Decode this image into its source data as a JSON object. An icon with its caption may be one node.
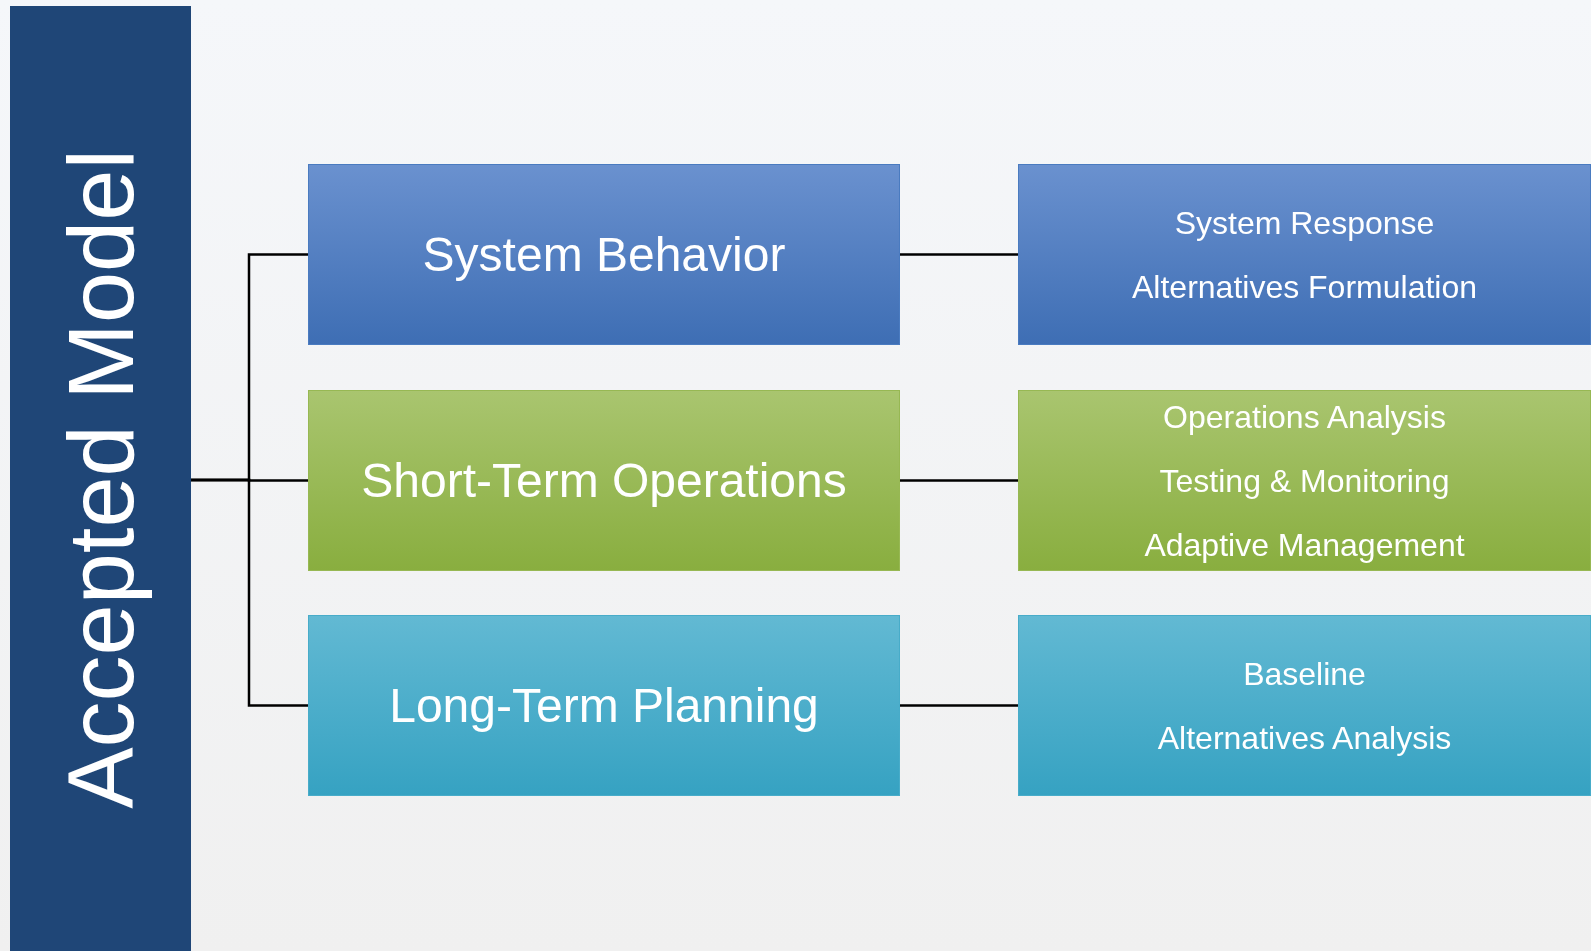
{
  "diagram": {
    "nodes": [
      {
        "text": [
          "Accepted Model"
        ]
      },
      {
        "text": [
          "System Behavior"
        ]
      },
      {
        "text": [
          "System Response",
          "Alternatives Formulation"
        ]
      },
      {
        "text": [
          "Short-Term Operations"
        ]
      },
      {
        "text": [
          "Operations Analysis",
          "Testing & Monitoring",
          "Adaptive Management"
        ]
      },
      {
        "text": [
          "Long-Term Planning"
        ]
      },
      {
        "text": [
          "Baseline",
          "Alternatives Analysis"
        ]
      }
    ],
    "edges": [
      {
        "from": 0,
        "to": 1,
        "arrow": "none"
      },
      {
        "from": 0,
        "to": 3,
        "arrow": "none"
      },
      {
        "from": 0,
        "to": 5,
        "arrow": "none"
      },
      {
        "from": 1,
        "to": 2,
        "arrow": "none"
      },
      {
        "from": 3,
        "to": 4,
        "arrow": "none"
      },
      {
        "from": 5,
        "to": 6,
        "arrow": "none"
      }
    ]
  }
}
